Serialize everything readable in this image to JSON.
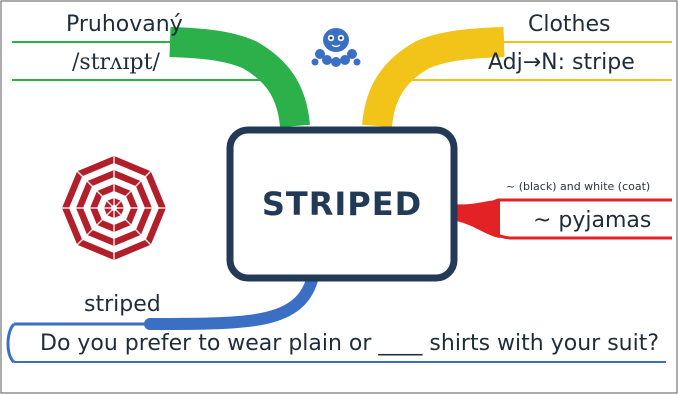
{
  "center": {
    "word": "STRIPED",
    "box_border": "#223a56"
  },
  "top_left": {
    "translation": "Pruhovaný",
    "pronunciation": "/strʌɪpt/",
    "color": "#2bb04a"
  },
  "top_right": {
    "category": "Clothes",
    "derivation": "Adj→N: stripe",
    "color": "#f2c318"
  },
  "right": {
    "collocation": "~ (black) and white (coat)",
    "example": "~ pyjamas",
    "color": "#e32226"
  },
  "bottom": {
    "word": "striped",
    "sentence": "Do you prefer to wear plain or ____ shirts with your suit?",
    "color": "#3a6fc4"
  },
  "icons": {
    "logo": "octopus-logo-icon",
    "illustration": "striped-umbrella-icon"
  }
}
